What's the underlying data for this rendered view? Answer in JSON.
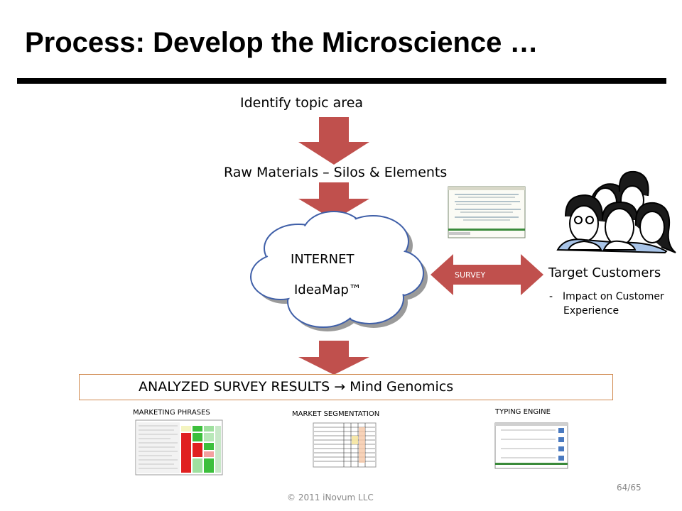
{
  "slide": {
    "title": "Process: Develop the Microscience …",
    "footer": "© 2011 iNovum LLC",
    "page_number": "64/65"
  },
  "flow": {
    "step1": "Identify topic area",
    "step2": "Raw Materials – Silos & Elements",
    "cloud_line1": "INTERNET",
    "cloud_line2": "IdeaMap™",
    "survey_arrow_label": "SURVEY",
    "target_title": "Target Customers",
    "target_bullet_dash": "-",
    "target_bullet_line1": "Impact on Customer",
    "target_bullet_line2": "Experience",
    "results": "ANALYZED SURVEY RESULTS → Mind Genomics"
  },
  "outputs": {
    "marketing": "MARKETING PHRASES",
    "segmentation": "MARKET SEGMENTATION",
    "typing": "TYPING ENGINE"
  },
  "colors": {
    "arrow_fill": "#c0504d",
    "cloud_fill": "#ffffff",
    "cloud_stroke": "#3f5fa8",
    "cloud_shadow": "#9a9a9a",
    "results_border": "#d0894f",
    "heat_red": "#e02020",
    "heat_green": "#3cbf3c"
  },
  "icons": {
    "people": "people-group-illustration"
  }
}
